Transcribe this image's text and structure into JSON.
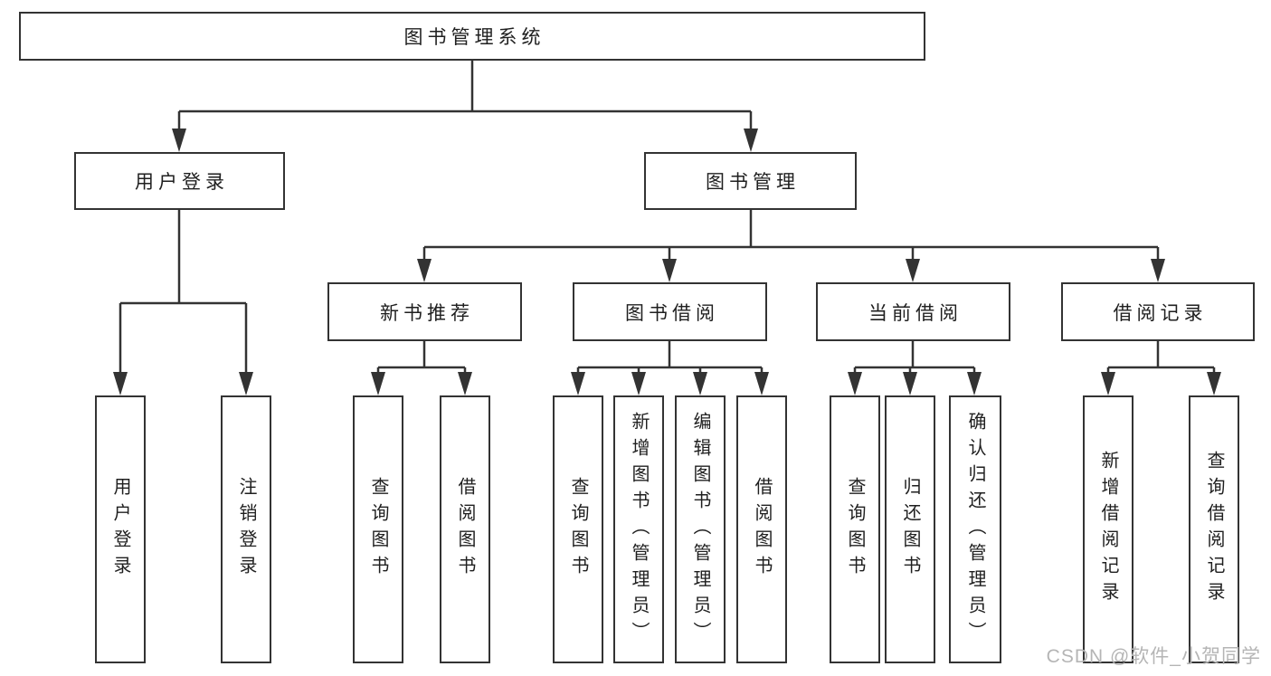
{
  "diagram": {
    "title": "图书管理系统",
    "watermark": "CSDN @软件_小贺同学",
    "colors": {
      "line": "#333333",
      "text": "#1f1f1f",
      "background": "#ffffff",
      "watermark": "#b5b5b5"
    },
    "root": {
      "label": "图书管理系统"
    },
    "branches": [
      {
        "label": "用户登录",
        "children": [
          {
            "label": "用户登录"
          },
          {
            "label": "注销登录"
          }
        ]
      },
      {
        "label": "图书管理",
        "children": [
          {
            "label": "新书推荐",
            "children": [
              {
                "label": "查询图书"
              },
              {
                "label": "借阅图书"
              }
            ]
          },
          {
            "label": "图书借阅",
            "children": [
              {
                "label": "查询图书"
              },
              {
                "label": "新增图书（管理员）"
              },
              {
                "label": "编辑图书（管理员）"
              },
              {
                "label": "借阅图书"
              }
            ]
          },
          {
            "label": "当前借阅",
            "children": [
              {
                "label": "查询图书"
              },
              {
                "label": "归还图书"
              },
              {
                "label": "确认归还（管理员）"
              }
            ]
          },
          {
            "label": "借阅记录",
            "children": [
              {
                "label": "新增借阅记录"
              },
              {
                "label": "查询借阅记录"
              }
            ]
          }
        ]
      }
    ]
  }
}
